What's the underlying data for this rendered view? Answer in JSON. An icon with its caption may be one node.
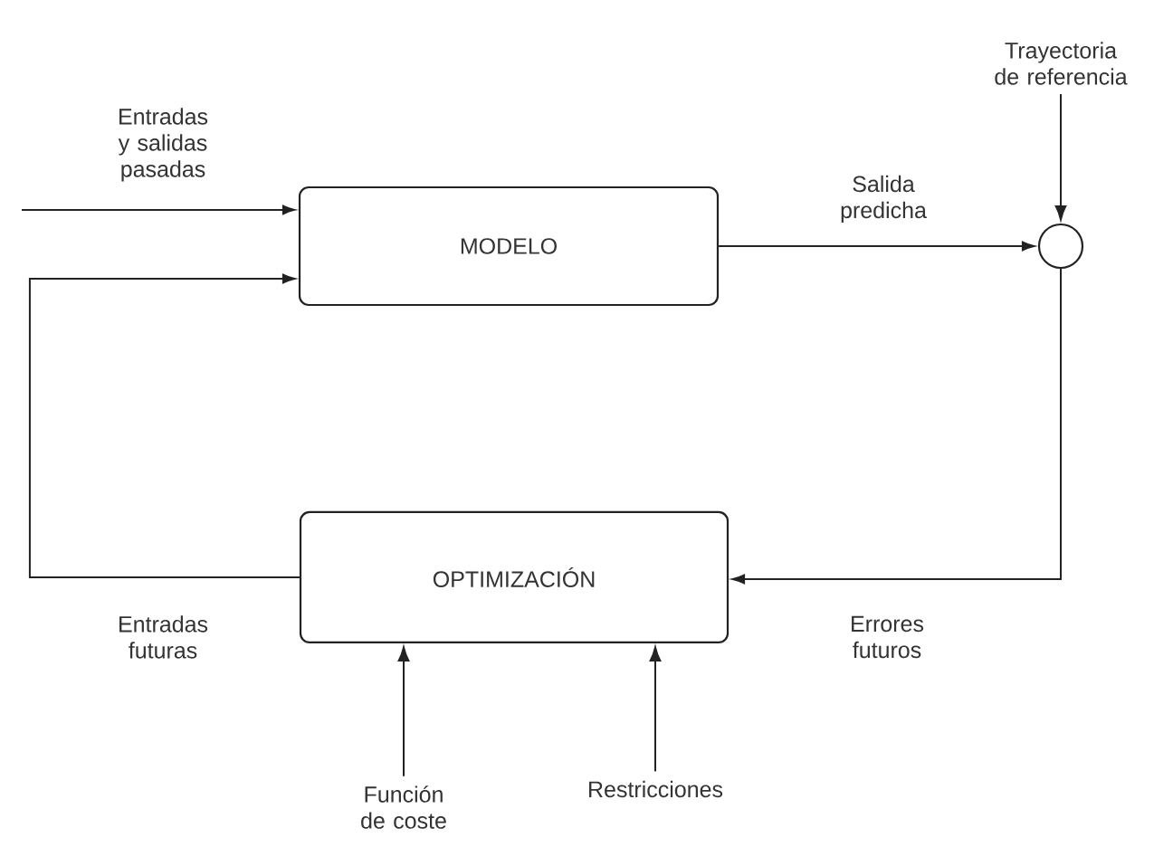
{
  "diagram": {
    "nodes": [
      {
        "text": [
          "MODELO"
        ]
      },
      {
        "text": [],
        "shape": "circle"
      },
      {
        "text": [
          "OPTIMIZACIÓN"
        ]
      },
      {
        "text": [
          "Trayectoria de referencia"
        ]
      },
      {
        "text": [
          "Función de coste"
        ]
      },
      {
        "text": [
          "Restricciones"
        ]
      }
    ],
    "edges": [
      {
        "from": null,
        "to": 0,
        "arrow": "to",
        "label": "Entradas y salidas pasadas"
      },
      {
        "from": 2,
        "to": 0,
        "arrow": "to",
        "label": "Entradas futuras"
      },
      {
        "from": 0,
        "to": 1,
        "arrow": "to",
        "label": "Salida predicha"
      },
      {
        "from": 3,
        "to": 1,
        "arrow": "to"
      },
      {
        "from": 1,
        "to": 2,
        "arrow": "to",
        "label": "Errores futuros"
      },
      {
        "from": 4,
        "to": 2,
        "arrow": "to"
      },
      {
        "from": 5,
        "to": 2,
        "arrow": "to"
      }
    ]
  }
}
